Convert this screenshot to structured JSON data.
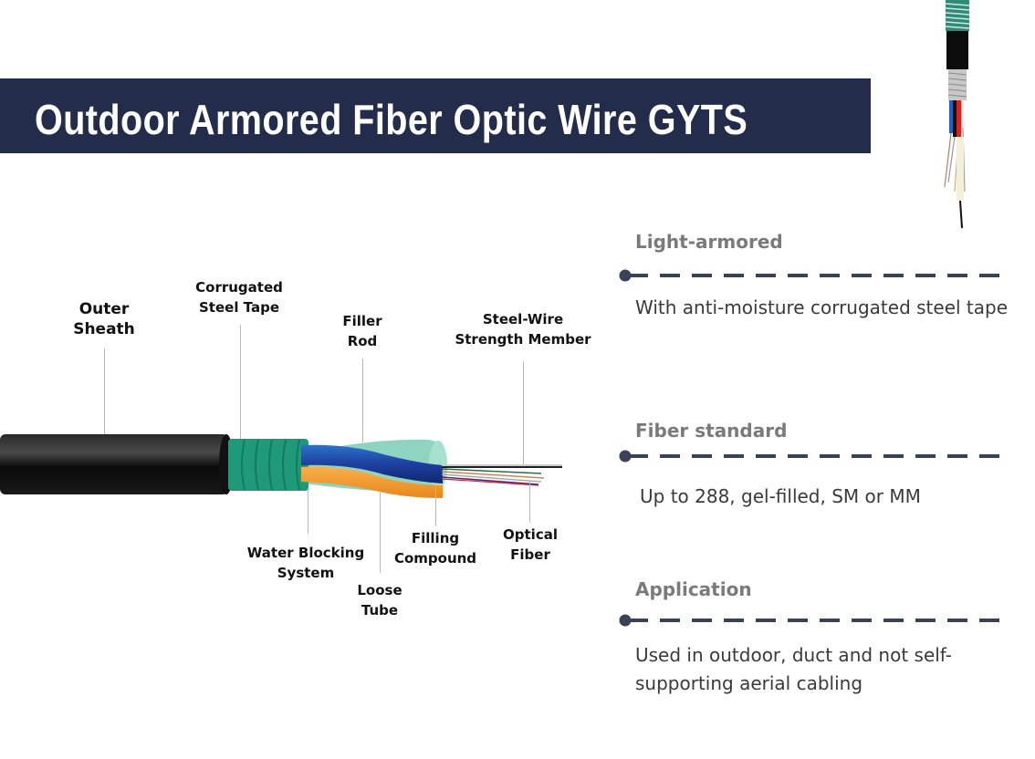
{
  "header": {
    "title": "Outdoor Armored Fiber Optic Wire GYTS",
    "banner_color": "#232c4a"
  },
  "diagram": {
    "labels": {
      "outer_sheath": [
        "Outer",
        "Sheath"
      ],
      "corrugated_steel_tape": [
        "Corrugated",
        "Steel Tape"
      ],
      "filler_rod": [
        "Filler",
        "Rod"
      ],
      "steel_wire_strength_member": [
        "Steel-Wire",
        "Strength Member"
      ],
      "water_blocking_system": [
        "Water Blocking",
        "System"
      ],
      "loose_tube": [
        "Loose",
        "Tube"
      ],
      "filling_compound": [
        "Filling",
        "Compound"
      ],
      "optical_fiber": [
        "Optical",
        "Fiber"
      ]
    },
    "colors": {
      "sheath": "#111111",
      "steel_tape": "#1f9a78",
      "filler": "#8fd4c0",
      "loose_tube_blue": "#1e3fa0",
      "loose_tube_orange": "#f39a2a"
    }
  },
  "specs": [
    {
      "heading": "Light-armored",
      "text": "With anti-moisture corrugated steel tape"
    },
    {
      "heading": "Fiber standard",
      "text": "Up to 288, gel-filled, SM or MM"
    },
    {
      "heading": "Application",
      "text": "Used in outdoor, duct and not self-supporting aerial cabling"
    }
  ],
  "divider_color": "#3a4258"
}
